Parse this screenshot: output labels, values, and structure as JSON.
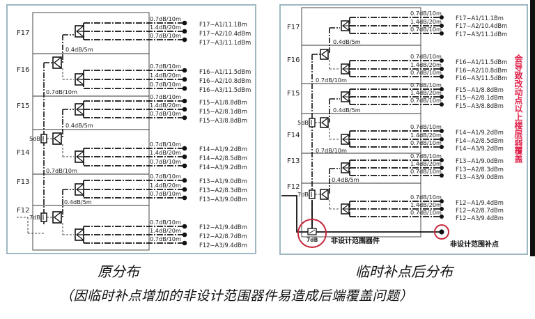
{
  "left_panel": {
    "title": "原分布",
    "floors": [
      {
        "name": "F17",
        "antennas": [
          "F17−A1/11.1Bm",
          "F17−A2/10.4dBm",
          "F17−A3/11.1dBm"
        ]
      },
      {
        "name": "F16",
        "antennas": [
          "F16−A1/11.5dBm",
          "F16−A2/10.8dBm",
          "F16−A3/11.5dBm"
        ]
      },
      {
        "name": "F15",
        "antennas": [
          "F15−A1/8.8dBm",
          "F15−A2/8.1dBm",
          "F15−A3/8.8dBm"
        ]
      },
      {
        "name": "F14",
        "antennas": [
          "F14−A1/9.2dBm",
          "F14−A2/8.5dBm",
          "F14−A3/9.2dBm"
        ]
      },
      {
        "name": "F13",
        "antennas": [
          "F13−A1/9.0dBm",
          "F13−A2/8.3dBm",
          "F13−A3/9.0dBm"
        ]
      },
      {
        "name": "F12",
        "antennas": [
          "F12−A1/9.4dBm",
          "F12−A2/8.7dBm",
          "F12−A3/9.4dBm"
        ]
      }
    ],
    "branch_losses": [
      "0.7dB/10m",
      "1.4dB/20m",
      "0.7dB/10m"
    ],
    "riser_labels": {
      "short": "0.4dB/5m",
      "long": "0.7dB/10m"
    },
    "couplers": {
      "f14": "5dB",
      "f12": "7dB"
    }
  },
  "right_panel": {
    "title": "临时补点后分布",
    "floors": [
      {
        "name": "F17",
        "antennas": [
          "F17−A1/11.1Bm",
          "F17−A2/10.4dBm",
          "F17−A3/11.1dBm"
        ]
      },
      {
        "name": "F16",
        "antennas": [
          "F16−A1/11.5dBm",
          "F16−A2/10.8dBm",
          "F16−A3/11.5dBm"
        ]
      },
      {
        "name": "F15",
        "antennas": [
          "F15−A1/8.8dBm",
          "F15−A2/8.1dBm",
          "F15−A3/8.8dBm"
        ]
      },
      {
        "name": "F14",
        "antennas": [
          "F14−A1/9.2dBm",
          "F14−A2/8.5dBm",
          "F14−A3/9.2dBm"
        ]
      },
      {
        "name": "F13",
        "antennas": [
          "F13−A1/9.0dBm",
          "F13−A2/8.3dBm",
          "F13−A3/9.0dBm"
        ]
      },
      {
        "name": "F12",
        "antennas": [
          "F12−A1/9.4dBm",
          "F12−A2/8.7dBm",
          "F12−A3/9.4dBm"
        ]
      }
    ],
    "branch_losses": [
      "0.7dB/10m",
      "1.4dB/20m",
      "0.7dB/10m"
    ],
    "riser_labels": {
      "short": "0.4dB/5m",
      "long": "0.7dB/10m"
    },
    "couplers": {
      "f14": "5dB",
      "f12": "7dB",
      "added": "7dB"
    },
    "added_device_label": "非设计范围器件",
    "added_point_label": "非设计范围补点",
    "warning_note": "会导致改动点以上楼层弱覆盖",
    "colors": {
      "highlight": "#c8283c",
      "note": "#e0204a"
    }
  },
  "footer_note": "（因临时补点增加的非设计范围器件易造成后端覆盖问题）"
}
